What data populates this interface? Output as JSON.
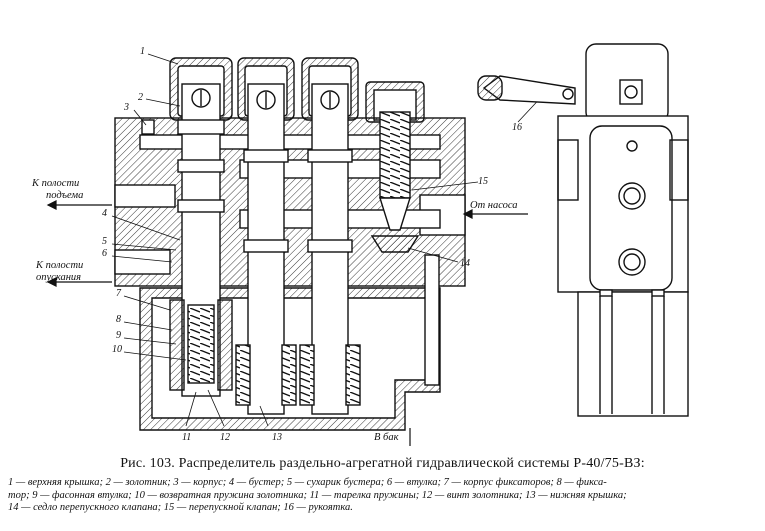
{
  "figure": {
    "labels": {
      "raise_cavity": [
        "К полости",
        "подъема"
      ],
      "lower_cavity": [
        "К полости",
        "опускания"
      ],
      "from_pump": "От насоса",
      "to_tank": "В бак"
    },
    "callouts": [
      "1",
      "2",
      "3",
      "4",
      "5",
      "6",
      "7",
      "8",
      "9",
      "10",
      "11",
      "12",
      "13",
      "14",
      "15",
      "16"
    ]
  },
  "caption": {
    "title": "Рис.   103. Распределитель   раздельно-агрегатной   гидравлической системы Р-40/75-ВЗ:",
    "legend_lines": [
      "1 — верхняя крышка;  2 — золотник;  3 — корпус;  4 — бустер;  5 — сухарик бустера;  6 — втулка;  7 — корпус  фиксаторов;  8 — фикса-",
      "тор;  9 — фасонная втулка;  10 — возвратная пружина золотника;  11 — тарелка пружины;  12 — винт золотника;  13 — нижняя крышка;",
      "14 — седло перепускного клапана;  15 — перепускной  клапан;  16 — рукоятка."
    ]
  }
}
